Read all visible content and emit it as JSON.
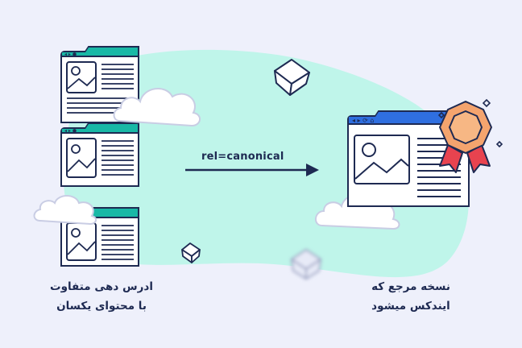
{
  "colors": {
    "background": "#eef0fb",
    "blob": "#bff5ea",
    "source_accent": "#19b8a6",
    "canonical_accent": "#2f6fe0",
    "ink": "#1e2a52",
    "badge_fill": "#f4a46e",
    "ribbon": "#e8434f",
    "cloud": "#ffffff"
  },
  "icons": [
    "browser-window-icon",
    "image-placeholder-icon",
    "cloud-icon",
    "cube-icon",
    "award-badge-icon",
    "arrow-right-icon",
    "sparkle-icon"
  ],
  "arrow": {
    "label": "rel=canonical"
  },
  "left_caption": {
    "line1": "ادرس دهی متفاوت",
    "line2": "با محتوای یکسان"
  },
  "right_caption": {
    "line1": "نسخه مرجع که",
    "line2": "ایندکس میشود"
  }
}
